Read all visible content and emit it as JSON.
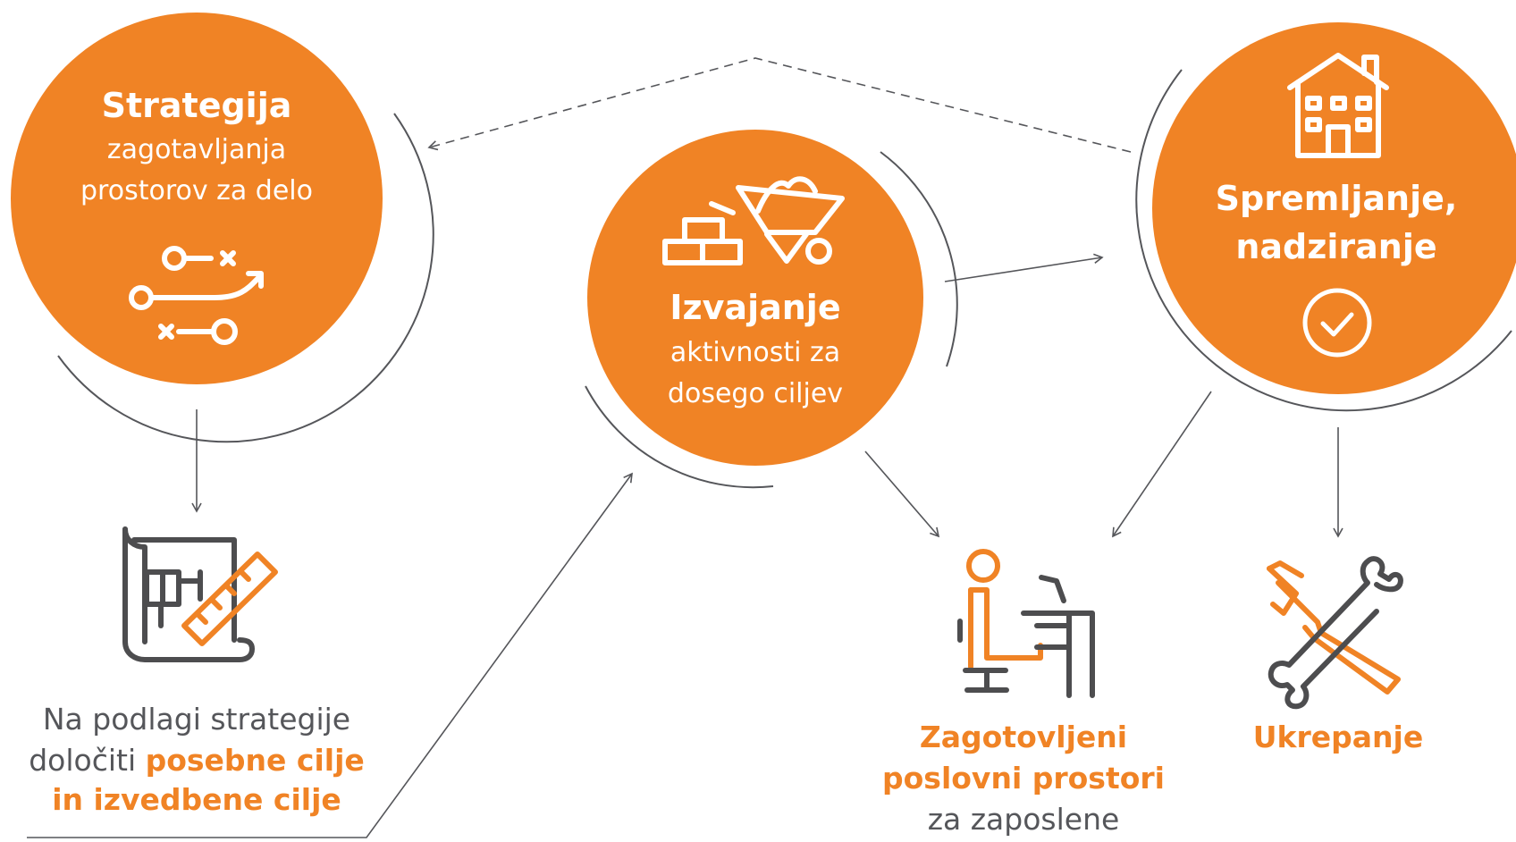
{
  "colors": {
    "accent": "#f08325",
    "line": "#55565a",
    "icon_gray": "#4d4d4f",
    "text_gray": "#55565a"
  },
  "nodes": {
    "strategija": {
      "title": "Strategija",
      "sub1": "zagotavljanja",
      "sub2": "prostorov za delo",
      "icon": "route-plan-icon"
    },
    "izvajanje": {
      "title": "Izvajanje",
      "sub1": "aktivnosti za",
      "sub2": "dosego ciljev",
      "icons": [
        "bricks-icon",
        "wheelbarrow-icon"
      ]
    },
    "spremljanje": {
      "title1": "Spremljanje,",
      "title2": "nadziranje",
      "icons": [
        "building-icon",
        "check-circle-icon"
      ]
    }
  },
  "outcomes": {
    "cilji": {
      "line1": "Na podlagi strategije",
      "line2_plain": "določiti ",
      "line2_bold": "posebne cilje",
      "line3_bold": "in izvedbene cilje",
      "icon": "blueprint-icon"
    },
    "prostori": {
      "line1": "Zagotovljeni",
      "line2": "poslovni prostori",
      "line3": "za zaposlene",
      "icon": "workstation-icon"
    },
    "ukrepanje": {
      "label": "Ukrepanje",
      "icon": "tools-icon"
    }
  }
}
